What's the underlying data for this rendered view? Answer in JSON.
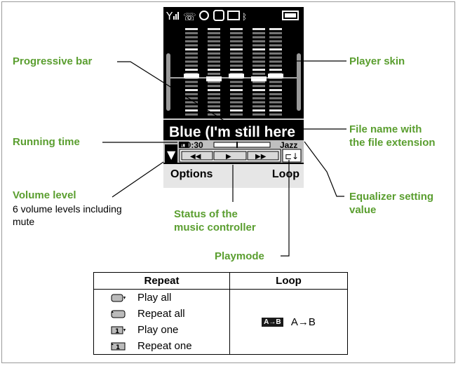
{
  "phone": {
    "file_name": "Blue (I'm still here",
    "time": "00:30",
    "eq": "Jazz",
    "left_soft": "Options",
    "right_soft": "Loop"
  },
  "labels": {
    "progressive_bar": "Progressive bar",
    "player_skin": "Player skin",
    "file_name_l1": "File name with",
    "file_name_l2": "the file extension",
    "running_time": "Running time",
    "volume_level": "Volume level",
    "volume_desc_l1": "6 volume levels including",
    "volume_desc_l2": "mute",
    "status_l1": "Status of the",
    "status_l2": "music controller",
    "eq_l1": "Equalizer setting",
    "eq_l2": "value",
    "playmode": "Playmode"
  },
  "table": {
    "header_repeat": "Repeat",
    "header_loop": "Loop",
    "repeat_items": [
      "Play all",
      "Repeat all",
      "Play one",
      "Repeat one"
    ],
    "loop_badge": "A→B",
    "loop_text": "A→B"
  },
  "colors": {
    "label_green": "#5a9e2f",
    "phone_bg": "#000000"
  }
}
